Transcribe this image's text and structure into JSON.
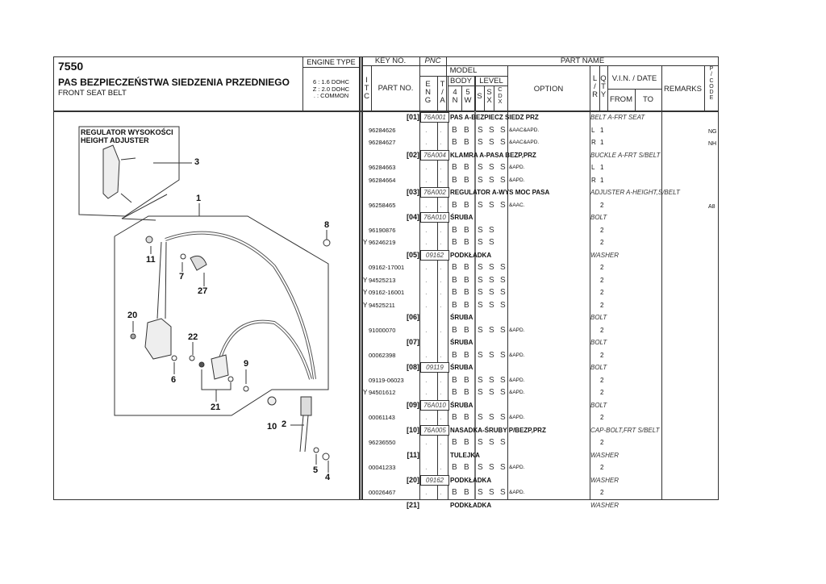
{
  "header": {
    "page_no": "7550",
    "title_pl": "PAS BEZPIECZEŃSTWA SIEDZENIA PRZEDNIEGO",
    "title_en": "FRONT SEAT BELT",
    "engine_type_label": "ENGINE TYPE",
    "engine_types": [
      "6 : 1.6 DOHC",
      "Z : 2.0 DOHC",
      ". : COMMON"
    ]
  },
  "columns": {
    "key_no": "KEY NO.",
    "pnc": "PNC",
    "part_name": "PART NAME",
    "itc": "I T C",
    "part_no": "PART NO.",
    "model": "MODEL",
    "eng": "E N G",
    "ta": "T / A",
    "body": "BODY",
    "level": "LEVEL",
    "n4": "4 N",
    "w5": "5 W",
    "s": "S",
    "sx": "S X",
    "cdx": "C D X",
    "option": "OPTION",
    "lr": "L / R",
    "qty": "Q T Y",
    "vin_date": "V.I.N. / DATE",
    "from": "FROM",
    "to": "TO",
    "remarks": "REMARKS",
    "pcode": "P / C O D E"
  },
  "diagram": {
    "inset_title_pl": "REGULATOR WYSOKOŚCI",
    "inset_title_en": "HEIGHT ADJUSTER",
    "callouts": [
      "3",
      "1",
      "8",
      "11",
      "7",
      "27",
      "20",
      "22",
      "6",
      "9",
      "21",
      "10",
      "2",
      "5",
      "4"
    ]
  },
  "rows": [
    {
      "type": "key",
      "key": "[01]",
      "pnc": "76A001",
      "pl": "PAS A-BEZPIECZ SIEDZ PRZ",
      "en": "BELT A-FRT SEAT"
    },
    {
      "type": "part",
      "itc": "",
      "no": "96284626",
      "eng": ".",
      "ta": ".",
      "b4": "B",
      "b5": "B",
      "s": "S",
      "sx": "S",
      "cdx": "S",
      "opt": "&AAC&APD.",
      "lr": "L",
      "qty": "1",
      "pcode": "NG"
    },
    {
      "type": "part",
      "itc": "",
      "no": "96284627",
      "eng": ".",
      "ta": ".",
      "b4": "B",
      "b5": "B",
      "s": "S",
      "sx": "S",
      "cdx": "S",
      "opt": "&AAC&APD.",
      "lr": "R",
      "qty": "1",
      "pcode": "NH"
    },
    {
      "type": "key",
      "key": "[02]",
      "pnc": "76A004",
      "pl": "KLAMRA A-PASA BEZP,PRZ",
      "en": "BUCKLE A-FRT S/BELT"
    },
    {
      "type": "part",
      "itc": "",
      "no": "96284663",
      "eng": ".",
      "ta": ".",
      "b4": "B",
      "b5": "B",
      "s": "S",
      "sx": "S",
      "cdx": "S",
      "opt": "&APD.",
      "lr": "L",
      "qty": "1",
      "pcode": ""
    },
    {
      "type": "part",
      "itc": "",
      "no": "96284664",
      "eng": ".",
      "ta": ".",
      "b4": "B",
      "b5": "B",
      "s": "S",
      "sx": "S",
      "cdx": "S",
      "opt": "&APD.",
      "lr": "R",
      "qty": "1",
      "pcode": ""
    },
    {
      "type": "key",
      "key": "[03]",
      "pnc": "76A002",
      "pl": "REGULATOR A-WYS MOC PASA",
      "en": "ADJUSTER A-HEIGHT,S/BELT"
    },
    {
      "type": "part",
      "itc": "",
      "no": "96258465",
      "eng": ".",
      "ta": ".",
      "b4": "B",
      "b5": "B",
      "s": "S",
      "sx": "S",
      "cdx": "S",
      "opt": "&AAC.",
      "lr": "",
      "qty": "2",
      "pcode": "A8"
    },
    {
      "type": "key",
      "key": "[04]",
      "pnc": "76A010",
      "pl": "ŚRUBA",
      "en": "BOLT"
    },
    {
      "type": "part",
      "itc": "",
      "no": "96190876",
      "eng": ".",
      "ta": ".",
      "b4": "B",
      "b5": "B",
      "s": "S",
      "sx": "S",
      "cdx": "",
      "opt": "",
      "lr": "",
      "qty": "2",
      "pcode": ""
    },
    {
      "type": "part",
      "itc": "Y",
      "no": "96246219",
      "eng": ".",
      "ta": ".",
      "b4": "B",
      "b5": "B",
      "s": "S",
      "sx": "S",
      "cdx": "",
      "opt": "",
      "lr": "",
      "qty": "2",
      "pcode": ""
    },
    {
      "type": "key",
      "key": "[05]",
      "pnc": "09162",
      "pl": "PODKŁADKA",
      "en": "WASHER"
    },
    {
      "type": "part",
      "itc": "",
      "no": "09162-17001",
      "eng": ".",
      "ta": ".",
      "b4": "B",
      "b5": "B",
      "s": "S",
      "sx": "S",
      "cdx": "S",
      "opt": "",
      "lr": "",
      "qty": "2",
      "pcode": ""
    },
    {
      "type": "part",
      "itc": "Y",
      "no": "94525213",
      "eng": ".",
      "ta": ".",
      "b4": "B",
      "b5": "B",
      "s": "S",
      "sx": "S",
      "cdx": "S",
      "opt": "",
      "lr": "",
      "qty": "2",
      "pcode": ""
    },
    {
      "type": "part",
      "itc": "Y",
      "no": "09162-16001",
      "eng": ".",
      "ta": ".",
      "b4": "B",
      "b5": "B",
      "s": "S",
      "sx": "S",
      "cdx": "S",
      "opt": "",
      "lr": "",
      "qty": "2",
      "pcode": ""
    },
    {
      "type": "part",
      "itc": "Y",
      "no": "94525211",
      "eng": ".",
      "ta": ".",
      "b4": "B",
      "b5": "B",
      "s": "S",
      "sx": "S",
      "cdx": "S",
      "opt": "",
      "lr": "",
      "qty": "2",
      "pcode": ""
    },
    {
      "type": "key",
      "key": "[06]",
      "pnc": "",
      "pl": "ŚRUBA",
      "en": "BOLT"
    },
    {
      "type": "part",
      "itc": "",
      "no": "91000070",
      "eng": ".",
      "ta": ".",
      "b4": "B",
      "b5": "B",
      "s": "S",
      "sx": "S",
      "cdx": "S",
      "opt": "&APD.",
      "lr": "",
      "qty": "2",
      "pcode": ""
    },
    {
      "type": "key",
      "key": "[07]",
      "pnc": "",
      "pl": "ŚRUBA",
      "en": "BOLT"
    },
    {
      "type": "part",
      "itc": "",
      "no": "00062398",
      "eng": ".",
      "ta": ".",
      "b4": "B",
      "b5": "B",
      "s": "S",
      "sx": "S",
      "cdx": "S",
      "opt": "&APD.",
      "lr": "",
      "qty": "2",
      "pcode": ""
    },
    {
      "type": "key",
      "key": "[08]",
      "pnc": "09119",
      "pl": "ŚRUBA",
      "en": "BOLT"
    },
    {
      "type": "part",
      "itc": "",
      "no": "09119-06023",
      "eng": ".",
      "ta": ".",
      "b4": "B",
      "b5": "B",
      "s": "S",
      "sx": "S",
      "cdx": "S",
      "opt": "&APD.",
      "lr": "",
      "qty": "2",
      "pcode": ""
    },
    {
      "type": "part",
      "itc": "Y",
      "no": "94501612",
      "eng": ".",
      "ta": ".",
      "b4": "B",
      "b5": "B",
      "s": "S",
      "sx": "S",
      "cdx": "S",
      "opt": "&APD.",
      "lr": "",
      "qty": "2",
      "pcode": ""
    },
    {
      "type": "key",
      "key": "[09]",
      "pnc": "76A010",
      "pl": "ŚRUBA",
      "en": "BOLT"
    },
    {
      "type": "part",
      "itc": "",
      "no": "00061143",
      "eng": ".",
      "ta": ".",
      "b4": "B",
      "b5": "B",
      "s": "S",
      "sx": "S",
      "cdx": "S",
      "opt": "&APD.",
      "lr": "",
      "qty": "2",
      "pcode": ""
    },
    {
      "type": "key",
      "key": "[10]",
      "pnc": "76A005",
      "pl": "NASADKA-ŚRUBY P/BEZP,PRZ",
      "en": "CAP-BOLT,FRT S/BELT"
    },
    {
      "type": "part",
      "itc": "",
      "no": "96236550",
      "eng": ".",
      "ta": ".",
      "b4": "B",
      "b5": "B",
      "s": "S",
      "sx": "S",
      "cdx": "S",
      "opt": "",
      "lr": "",
      "qty": "2",
      "pcode": ""
    },
    {
      "type": "key",
      "key": "[11]",
      "pnc": "",
      "pl": "TULEJKA",
      "en": "WASHER"
    },
    {
      "type": "part",
      "itc": "",
      "no": "00041233",
      "eng": ".",
      "ta": ".",
      "b4": "B",
      "b5": "B",
      "s": "S",
      "sx": "S",
      "cdx": "S",
      "opt": "&APD.",
      "lr": "",
      "qty": "2",
      "pcode": ""
    },
    {
      "type": "key",
      "key": "[20]",
      "pnc": "09162",
      "pl": "PODKŁADKA",
      "en": "WASHER"
    },
    {
      "type": "part",
      "itc": "",
      "no": "00026467",
      "eng": ".",
      "ta": ".",
      "b4": "B",
      "b5": "B",
      "s": "S",
      "sx": "S",
      "cdx": "S",
      "opt": "&APD.",
      "lr": "",
      "qty": "2",
      "pcode": ""
    },
    {
      "type": "key",
      "key": "[21]",
      "pnc": "",
      "pl": "PODKŁADKA",
      "en": "WASHER"
    }
  ]
}
